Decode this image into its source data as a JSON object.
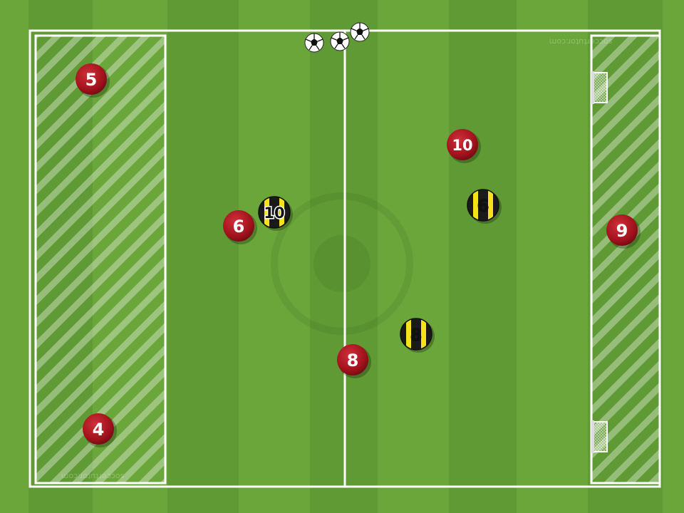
{
  "watermark": "soccertutor.com",
  "colors": {
    "grass_light": "#6aa63a",
    "grass_dark": "#5c9632",
    "lines": "#ffffff",
    "red_team": "#a1121c",
    "yellow_team": "#f5e21b",
    "black_stripe": "#1a1a1a"
  },
  "balls": {
    "count": 3,
    "icon": "soccer-ball-icon"
  },
  "goals": {
    "count": 2,
    "icon": "mini-goal-icon"
  },
  "zones": {
    "left_end_zone": "hatched",
    "right_end_zone": "hatched"
  },
  "players": {
    "red": [
      {
        "id": "red-5",
        "number": "5"
      },
      {
        "id": "red-4",
        "number": "4"
      },
      {
        "id": "red-6",
        "number": "6"
      },
      {
        "id": "red-8",
        "number": "8"
      },
      {
        "id": "red-10",
        "number": "10"
      },
      {
        "id": "red-9",
        "number": "9"
      }
    ],
    "yellow": [
      {
        "id": "yellow-10",
        "number": "10"
      },
      {
        "id": "yellow-6",
        "number": "6"
      },
      {
        "id": "yellow-8",
        "number": "8"
      }
    ]
  }
}
